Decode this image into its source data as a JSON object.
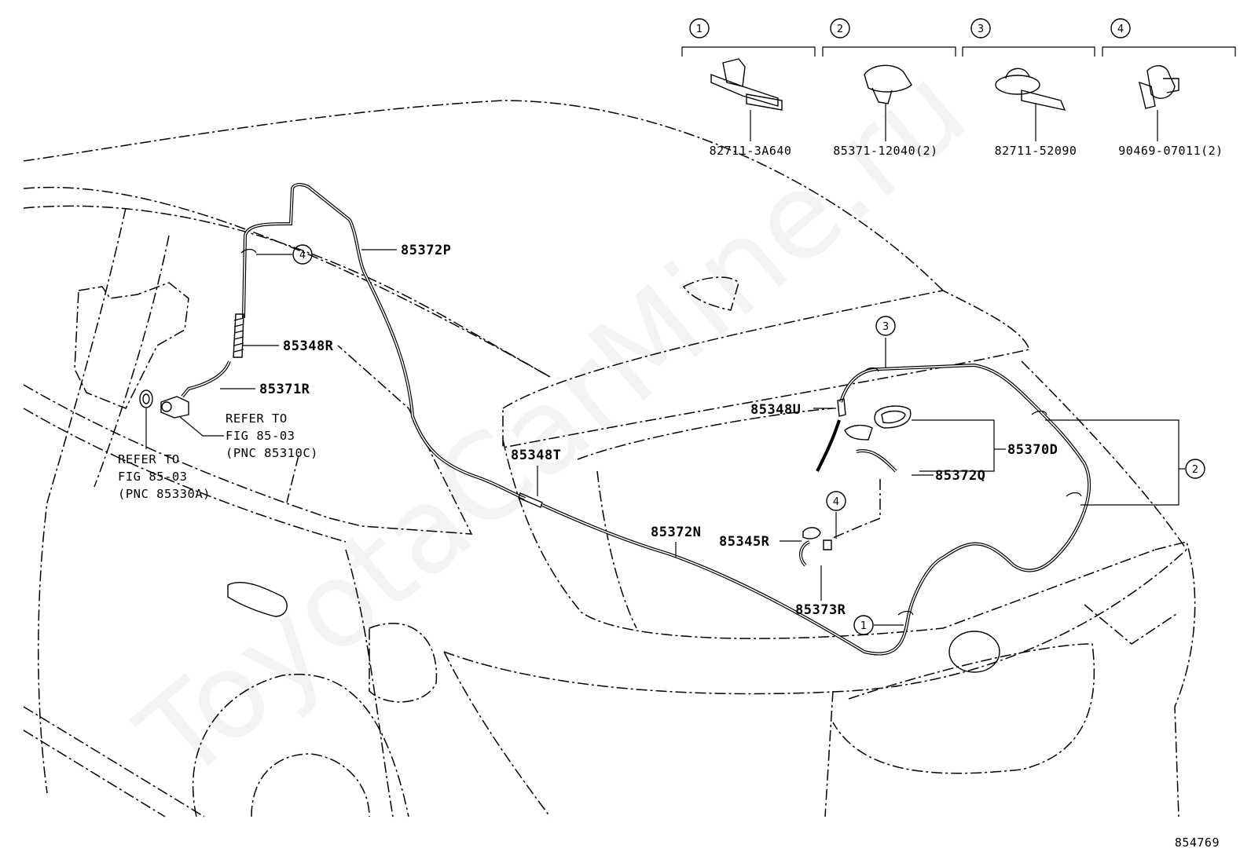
{
  "diagram_id": "854769",
  "watermark": "ToyotaCarMine.ru",
  "clip_variants": [
    {
      "index": "1",
      "part_number": "82711-3A640"
    },
    {
      "index": "2",
      "part_number": "85371-12040(2)"
    },
    {
      "index": "3",
      "part_number": "82711-52090"
    },
    {
      "index": "4",
      "part_number": "90469-07011(2)"
    }
  ],
  "callouts": {
    "hose_p": "85372P",
    "joint_r": "85348R",
    "hose_r": "85371R",
    "joint_u": "85348U",
    "nozzle_d": "85370D",
    "hose_q": "85372Q",
    "joint_t": "85348T",
    "hose_n": "85372N",
    "check_valve_r": "85345R",
    "hose_r2": "85373R"
  },
  "clip_markers": {
    "hose_p_clip": "4",
    "rear_top_clip": "3",
    "side_clip": "2",
    "nozzle_clip": "4",
    "bottom_clip": "1"
  },
  "references": {
    "pump": [
      "REFER TO",
      "FIG 85-03",
      "(PNC 85310C)"
    ],
    "grommet": [
      "REFER TO",
      "FIG 85-03",
      "(PNC 85330A)"
    ]
  }
}
